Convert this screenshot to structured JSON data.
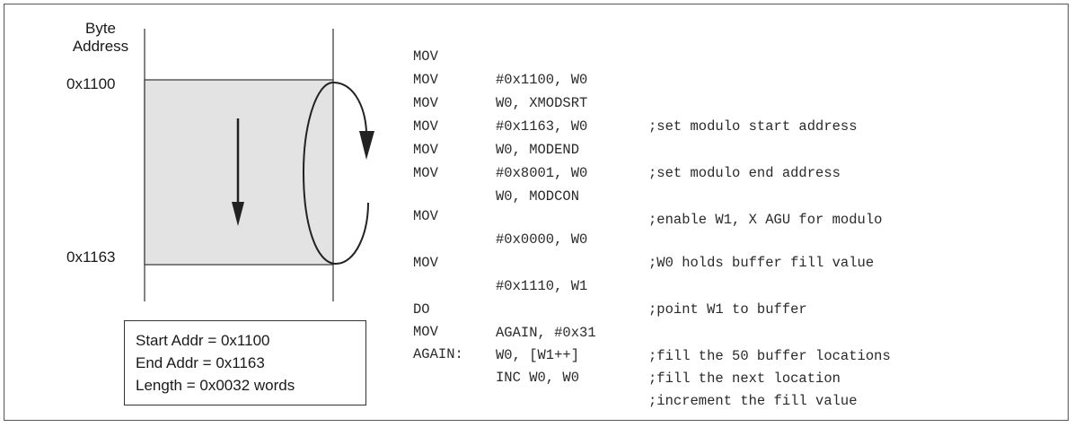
{
  "diagram": {
    "address_header": [
      "Byte",
      "Address"
    ],
    "start_address_label": "0x1100",
    "end_address_label": "0x1163",
    "info": [
      "Start Addr = 0x1100",
      "End Addr = 0x1163",
      "Length = 0x0032 words"
    ]
  },
  "code": [
    {
      "mnemonic": "MOV",
      "operands": "#0x1100, W0",
      "comment": ""
    },
    {
      "mnemonic": "MOV",
      "operands": "W0, XMODSRT",
      "comment": ";set modulo start address"
    },
    {
      "mnemonic": "MOV",
      "operands": "#0x1163, W0",
      "comment": ""
    },
    {
      "mnemonic": "MOV",
      "operands": "W0, MODEND",
      "comment": ";set modulo end address"
    },
    {
      "mnemonic": "MOV",
      "operands": "#0x8001, W0",
      "comment": ""
    },
    {
      "mnemonic": "MOV",
      "operands": "W0, MODCON",
      "comment": ";enable W1, X AGU for modulo"
    },
    {
      "mnemonic": "MOV",
      "operands": "#0x0000, W0",
      "comment": ";W0 holds buffer fill value"
    },
    {
      "mnemonic": "MOV",
      "operands": "#0x1110, W1",
      "comment": ";point W1 to buffer"
    },
    {
      "mnemonic": "DO",
      "operands": "AGAIN, #0x31",
      "comment": ";fill the 50 buffer locations"
    },
    {
      "mnemonic": "MOV",
      "operands": "W0, [W1++]",
      "comment": ";fill the next location"
    },
    {
      "mnemonic": "AGAIN:",
      "operands": "INC W0, W0",
      "comment": ";increment the fill value"
    }
  ]
}
